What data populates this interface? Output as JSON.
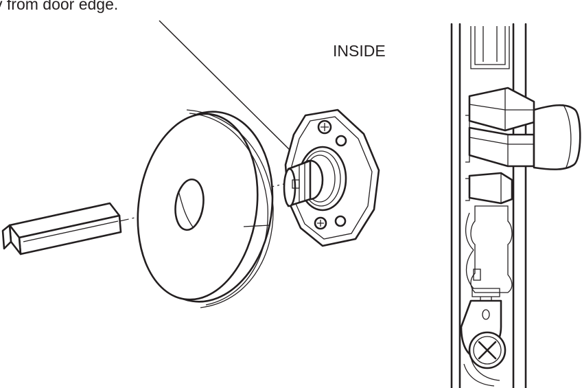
{
  "caption": "y from door edge.",
  "inside_label": "INSIDE",
  "colors": {
    "ink": "#231f20",
    "paper": "#ffffff"
  },
  "parts": {
    "spindle": "spindle",
    "rose": "rose-trim",
    "mounting_plate": "mounting-plate",
    "leader": "leader-arrow",
    "lock_body": "lock-body-edge-view"
  }
}
